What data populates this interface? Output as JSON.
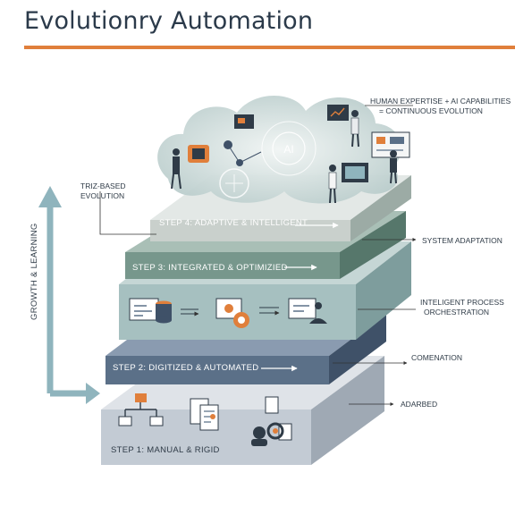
{
  "header": {
    "title": "Evolutionry Automation"
  },
  "side_axis": {
    "label": "GROWTH & LEARNING"
  },
  "steps": [
    {
      "label": "STEP 4: ADAPTIVE & INTELLIGENT"
    },
    {
      "label": "STEP 3: INTEGRATED & OPTIMIZIED"
    },
    {
      "label": "STEP 2: DIGITIZED & AUTOMATED"
    },
    {
      "label": "STEP 1: MANUAL & RIGID"
    }
  ],
  "annotations": {
    "triz_line1": "TRIZ-BASED",
    "triz_line2": "EVOLUTION",
    "human_line1": "HUMAN EXPERTISE + AI CAPABILITIES",
    "human_line2": "= CONTINUOUS EVOLUTION",
    "system_adaptation": "SYSTEM ADAPTATION",
    "orchestration_line1": "INTELIGENT PROCESS",
    "orchestration_line2": "ORCHESTRATION",
    "comenation": "COMENATION",
    "adarbed": "ADARBED"
  },
  "cloud": {
    "ai_badge": "AI"
  },
  "colors": {
    "accent_orange": "#e07f3b",
    "title": "#2b3a4a",
    "arrow_teal": "#8fb4bd",
    "step1": "#c3cbd4",
    "step2": "#5b7088",
    "step3_band": "#77978c",
    "step3_body": "#a6c0c0",
    "step4": "#c9d0cc"
  },
  "icons": [
    "flowchart-icon",
    "documents-icon",
    "settings-gear-icon",
    "database-icon",
    "dashboard-icon",
    "ai-brain-icon",
    "person-icon"
  ]
}
